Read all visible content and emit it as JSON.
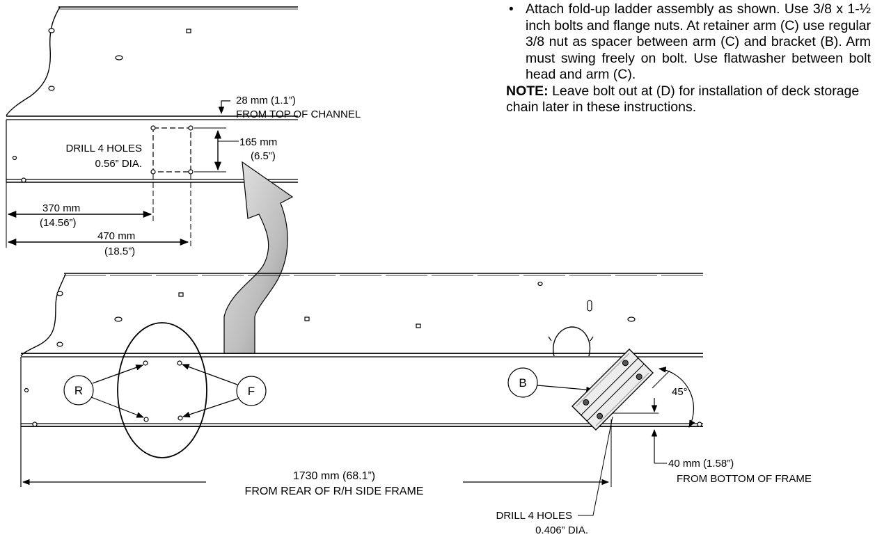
{
  "instructions": {
    "bullet": "Attach fold-up ladder assembly as shown. Use 3/8 x 1-½ inch bolts and flange nuts. At retainer arm (C) use regular 3/8 nut as spacer between arm (C) and bracket (B). Arm must swing freely on bolt. Use flatwasher between bolt head and arm (C).",
    "note_label": "NOTE:",
    "note_text": " Leave bolt out at (D) for installation of deck storage chain later in these instructions."
  },
  "detail": {
    "top_offset_line1": "28 mm (1.1”)",
    "top_offset_line2": "FROM TOP OF CHANNEL",
    "drill_line1": "DRILL 4 HOLES",
    "drill_line2": "0.56” DIA.",
    "height_mm": "165 mm",
    "height_in": "(6.5”)",
    "dim1_mm": "370 mm",
    "dim1_in": "(14.56”)",
    "dim2_mm": "470 mm",
    "dim2_in": "(18.5”)"
  },
  "main": {
    "callout_r": "R",
    "callout_f": "F",
    "callout_b": "B",
    "angle": "45°",
    "bottom_offset_line1": "40 mm (1.58”)",
    "bottom_offset_line2": "FROM BOTTOM OF FRAME",
    "length_line1": "1730 mm (68.1”)",
    "length_line2": "FROM REAR OF R/H SIDE FRAME",
    "drill_line1": "DRILL 4 HOLES",
    "drill_line2": "0.406” DIA."
  }
}
